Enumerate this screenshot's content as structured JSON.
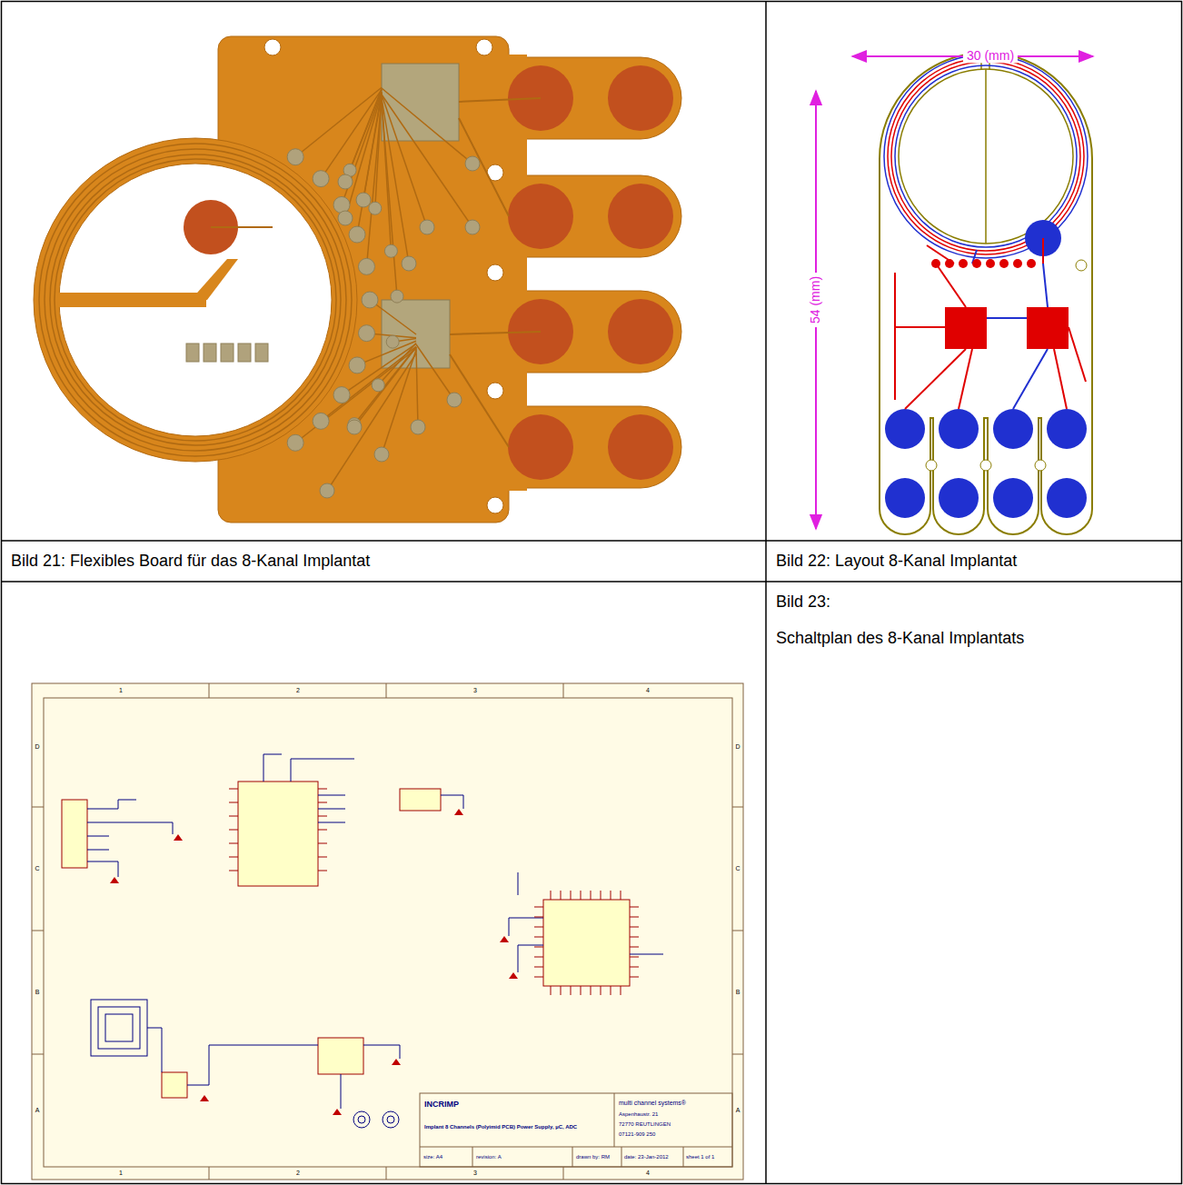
{
  "diagram": {
    "nodes": [
      {
        "text": [
          "Bild 21: Flexibles Board für das 8-Kanal Implantat"
        ]
      },
      {
        "text": [
          "Bild 22: Layout 8-Kanal Implantat"
        ]
      },
      {
        "text": [
          "Bild 23:",
          "Schaltplan des 8-Kanal Implantats"
        ]
      }
    ],
    "labels": [
      "30 (mm)",
      "54 (mm)",
      "1",
      "2",
      "3",
      "4",
      "1",
      "2",
      "3",
      "4",
      "D",
      "C",
      "B",
      "A",
      "D",
      "C",
      "B",
      "A",
      "INCRIMP",
      "Implant 8 Channels (Polyimid PCB) Power Supply, µC, ADC",
      "multi channel systems®",
      "Aspenhaustr. 21",
      "72770 REUTLINGEN",
      "07121-909 250",
      "size: A4",
      "revision: A",
      "drawn by: RM",
      "date: 23-Jan-2012",
      "sheet 1 of 1"
    ]
  }
}
